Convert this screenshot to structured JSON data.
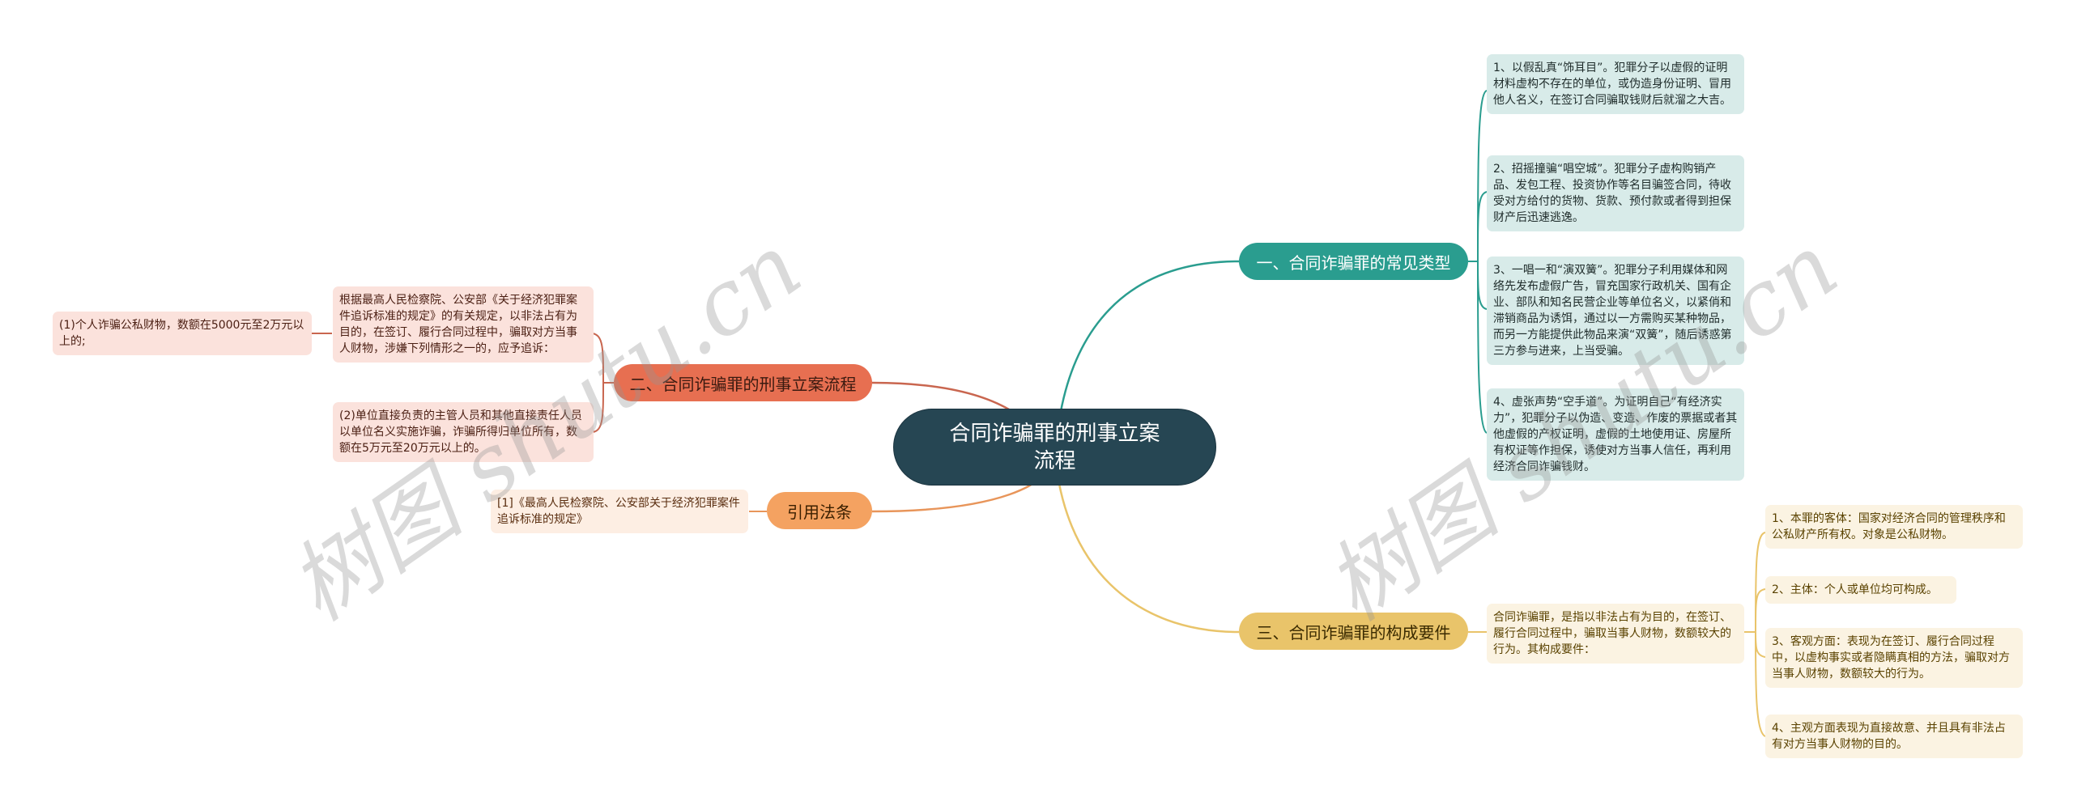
{
  "root": {
    "label": "合同诈骗罪的刑事立案流程"
  },
  "branches": {
    "types": {
      "label": "一、合同诈骗罪的常见类型",
      "color": "#2a9d8f",
      "items": [
        "1、以假乱真“饰耳目”。犯罪分子以虚假的证明材料虚构不存在的单位，或伪造身份证明、冒用他人名义，在签订合同骗取钱财后就溜之大吉。",
        "2、招摇撞骗“唱空城”。犯罪分子虚构购销产品、发包工程、投资协作等名目骗签合同，待收受对方给付的货物、货款、预付款或者得到担保财产后迅速逃逸。",
        "3、一唱一和“演双簧”。犯罪分子利用媒体和网络先发布虚假广告，冒充国家行政机关、国有企业、部队和知名民营企业等单位名义，以紧俏和滞销商品为诱饵，通过以一方需购买某种物品，而另一方能提供此物品来演“双簧”，随后诱惑第三方参与进来，上当受骗。",
        "4、虚张声势“空手道”。为证明自己“有经济实力”，犯罪分子以伪造、变造、作废的票据或者其他虚假的产权证明，虚假的土地使用证、房屋所有权证等作担保，诱使对方当事人信任，再利用经济合同诈骗钱财。"
      ]
    },
    "procedure": {
      "label": "二、合同诈骗罪的刑事立案流程",
      "color": "#e76f51",
      "main": "根据最高人民检察院、公安部《关于经济犯罪案件追诉标准的规定》的有关规定，以非法占有为目的，在签订、履行合同过程中，骗取对方当事人财物，涉嫌下列情形之一的，应予追诉：",
      "sub": "(1)个人诈骗公私财物，数额在5000元至2万元以上的;",
      "second": "(2)单位直接负责的主管人员和其他直接责任人员以单位名义实施诈骗，诈骗所得归单位所有，数额在5万元至20万元以上的。"
    },
    "elements": {
      "label": "三、合同诈骗罪的构成要件",
      "color": "#e9c46a",
      "main": "合同诈骗罪，是指以非法占有为目的，在签订、履行合同过程中，骗取当事人财物，数额较大的行为。其构成要件：",
      "items": [
        "1、本罪的客体：国家对经济合同的管理秩序和公私财产所有权。对象是公私财物。",
        "2、主体：个人或单位均可构成。",
        "3、客观方面：表现为在签订、履行合同过程中，以虚构事实或者隐瞒真相的方法，骗取对方当事人财物，数额较大的行为。",
        "4、主观方面表现为直接故意、并且具有非法占有对方当事人财物的目的。"
      ]
    },
    "citations": {
      "label": "引用法条",
      "color": "#f4a261",
      "items": [
        "[1]《最高人民检察院、公安部关于经济犯罪案件追诉标准的规定》"
      ]
    }
  },
  "watermarks": [
    "树图 shutu.cn",
    "树图 shutu.cn"
  ]
}
